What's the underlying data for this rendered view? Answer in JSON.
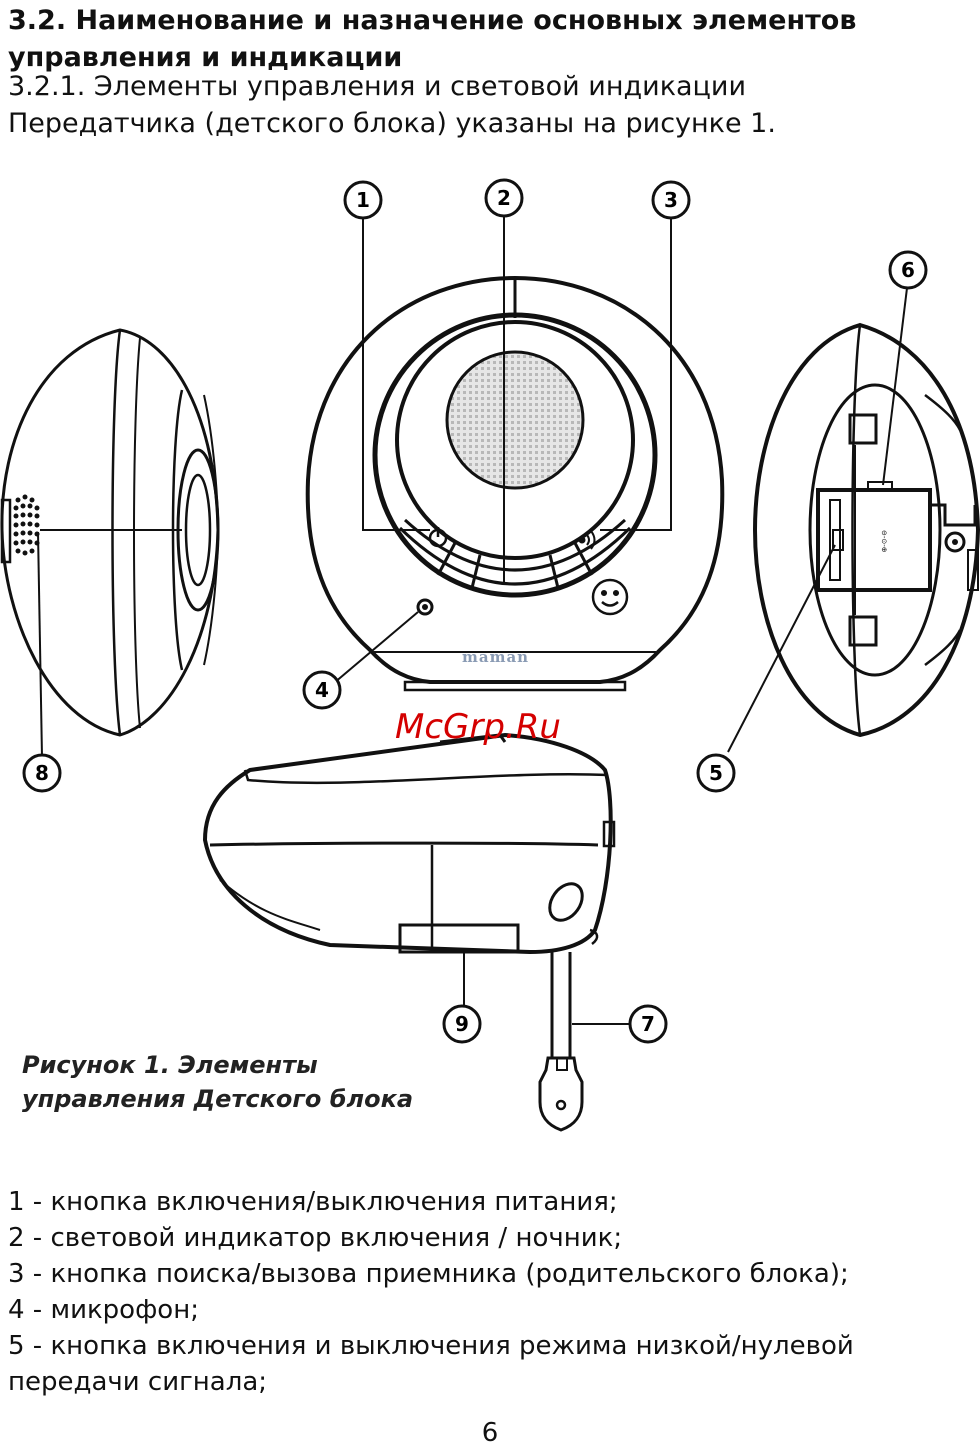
{
  "section": {
    "heading_line1": "3.2. Наименование и назначение основных элементов",
    "heading_line2": "управления и индикации",
    "intro_line1": "3.2.1. Элементы управления и световой индикации",
    "intro_line2": "Передатчика (детского блока) указаны на  рисунке 1."
  },
  "figure": {
    "callouts": [
      "1",
      "2",
      "3",
      "4",
      "5",
      "6",
      "7",
      "8",
      "9"
    ],
    "brand_label": "maman",
    "watermark": "McGrp.Ru",
    "caption_line1": "Рисунок 1. Элементы",
    "caption_line2": "управления Детского блока"
  },
  "legend": [
    "1 - кнопка включения/выключения питания;",
    "2 - световой индикатор включения / ночник;",
    "3 - кнопка поиска/вызова приемника (родительского блока);",
    "4 - микрофон;",
    "5 - кнопка включения и выключения режима низкой/нулевой",
    "передачи сигнала;"
  ],
  "page_number": "6",
  "colors": {
    "watermark": "#d40000",
    "brand": "#8a9bb4",
    "speaker_grille": "#d9d9d9"
  }
}
